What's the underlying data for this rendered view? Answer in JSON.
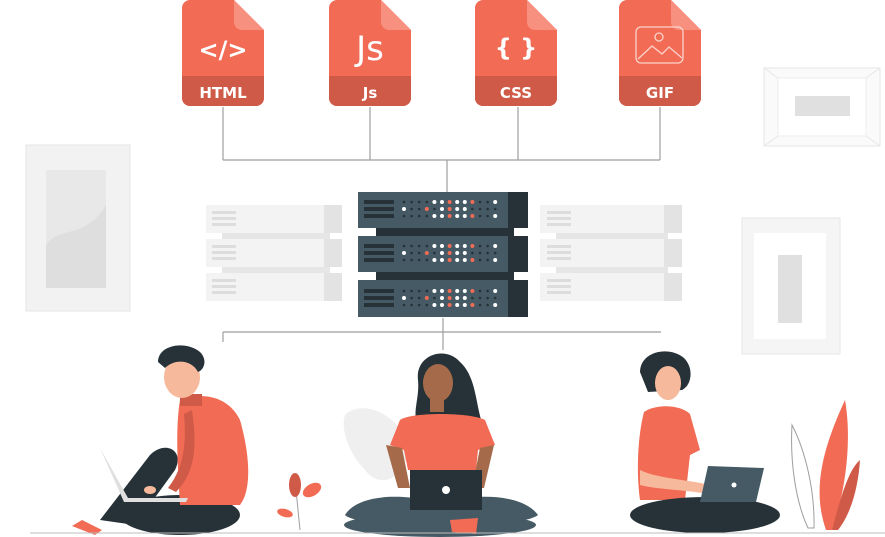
{
  "scene": {
    "description": "Web hosting / server illustration: four file-type icons connected to a central server rack, which connects down to three people working on laptops",
    "colors": {
      "accent": "#F26B55",
      "accent_dark": "#CF5A47",
      "accent_light": "#F7907E",
      "server_body": "#455A64",
      "server_dark": "#263238",
      "line": "#9E9E9E",
      "ghost": "#EBEBEB",
      "ghost_dark": "#E0E0E0",
      "skin_light": "#F7B99B",
      "skin_dark": "#A56A4A",
      "hair": "#263238"
    }
  },
  "files": [
    {
      "id": "html",
      "label": "HTML",
      "glyph": "</>",
      "icon": "code-icon"
    },
    {
      "id": "js",
      "label": "Js",
      "glyph": "Js",
      "icon": "javascript-icon"
    },
    {
      "id": "css",
      "label": "CSS",
      "glyph": "{ }",
      "icon": "braces-icon"
    },
    {
      "id": "gif",
      "label": "GIF",
      "glyph": "",
      "icon": "image-icon"
    }
  ],
  "server": {
    "units": 3,
    "label": "server-rack"
  },
  "people": [
    {
      "id": "man",
      "description": "Man in orange sweater sitting with laptop"
    },
    {
      "id": "woman-center",
      "description": "Woman with long curly hair sitting cross-legged with laptop"
    },
    {
      "id": "woman-right",
      "description": "Woman with short hair and headband typing on laptop"
    }
  ]
}
